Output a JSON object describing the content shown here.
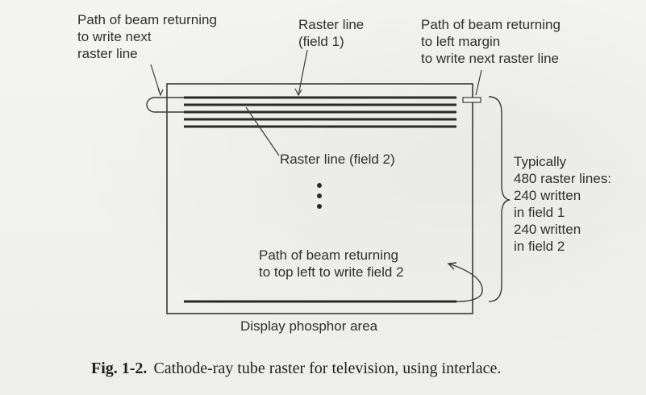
{
  "labels": {
    "path_next_line": [
      "Path of beam returning",
      "to write next",
      "raster line"
    ],
    "raster_field1": [
      "Raster line",
      "(field 1)"
    ],
    "path_left_margin": [
      "Path of beam returning",
      "to left margin",
      "to write next raster line"
    ],
    "raster_field2": "Raster line (field 2)",
    "typical_count": [
      "Typically",
      "480 raster lines:",
      "240 written",
      "in field 1",
      "240 written",
      "in field 2"
    ],
    "path_top_left": [
      "Path of beam returning",
      "to top left to write field 2"
    ],
    "display_area": "Display phosphor area"
  },
  "caption": {
    "figure_number": "Fig. 1-2.",
    "text": "Cathode-ray tube raster for television, using interlace."
  }
}
